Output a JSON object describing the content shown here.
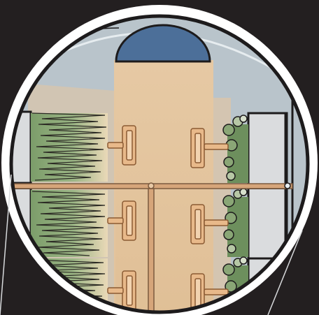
{
  "figure": {
    "type": "magnified-cross-section-illustration",
    "colors": {
      "background": "#231f20",
      "outer_ring": "#ffffff",
      "wall_fill": "#b9c4cb",
      "light_beam": "#e3c39c",
      "dome": "#4c6f99",
      "left_plants_top": "#7c9d6a",
      "left_plants_bottom": "#ead9b8",
      "right_plants": "#6d8f5d",
      "right_plant_leaf": "#b6c7a5",
      "lamp_fixture": "#e8b98a",
      "lamp_outline": "#8a5a33",
      "rail": "#d6a57a",
      "rail_outline": "#7b5a3e",
      "tray_frame": "#dadcde",
      "outline": "#1d1b1c"
    },
    "components": [
      {
        "name": "grow-light-dome",
        "icon": "semicircle-dome-icon"
      },
      {
        "name": "light-beam"
      },
      {
        "name": "horizontal-rail"
      },
      {
        "name": "vertical-rail"
      },
      {
        "name": "left-plant-tray-stack"
      },
      {
        "name": "right-plant-tray-stack"
      },
      {
        "name": "lamp-fixtures",
        "count_left": 3,
        "count_right": 3
      }
    ]
  }
}
